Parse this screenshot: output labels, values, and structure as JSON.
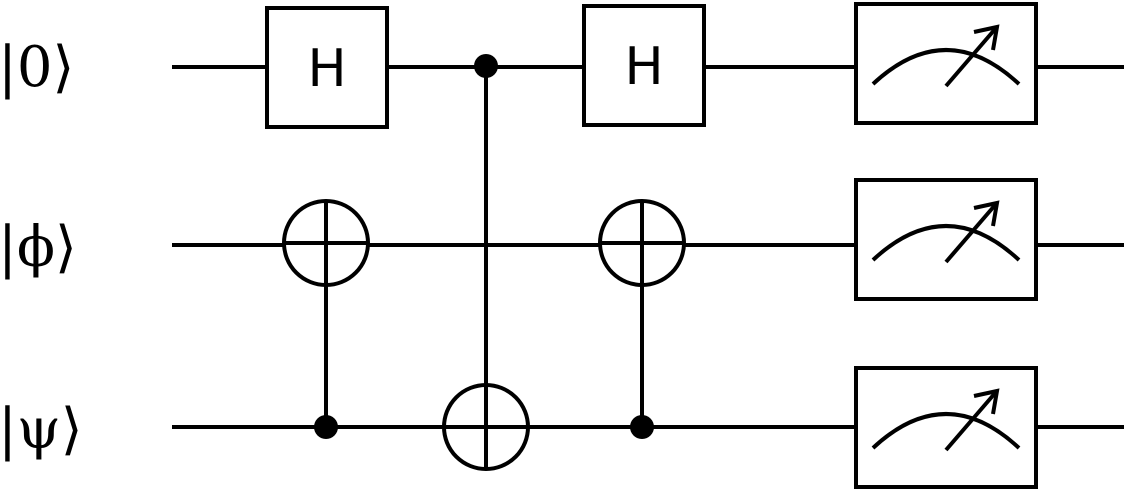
{
  "qubits": [
    {
      "name": "0",
      "label": "|0⟩"
    },
    {
      "name": "phi",
      "label": "|ϕ⟩"
    },
    {
      "name": "psi",
      "label": "|ψ⟩"
    }
  ],
  "gates": [
    {
      "type": "H",
      "label": "H",
      "target": 0
    },
    {
      "type": "CNOT",
      "control": 2,
      "target": 1
    },
    {
      "type": "CNOT",
      "control": 0,
      "target": 2
    },
    {
      "type": "H",
      "label": "H",
      "target": 0
    },
    {
      "type": "CNOT",
      "control": 2,
      "target": 1
    },
    {
      "type": "MEASURE",
      "target": 0
    },
    {
      "type": "MEASURE",
      "target": 1
    },
    {
      "type": "MEASURE",
      "target": 2
    }
  ],
  "colors": {
    "stroke": "#000000",
    "background": "#ffffff"
  }
}
